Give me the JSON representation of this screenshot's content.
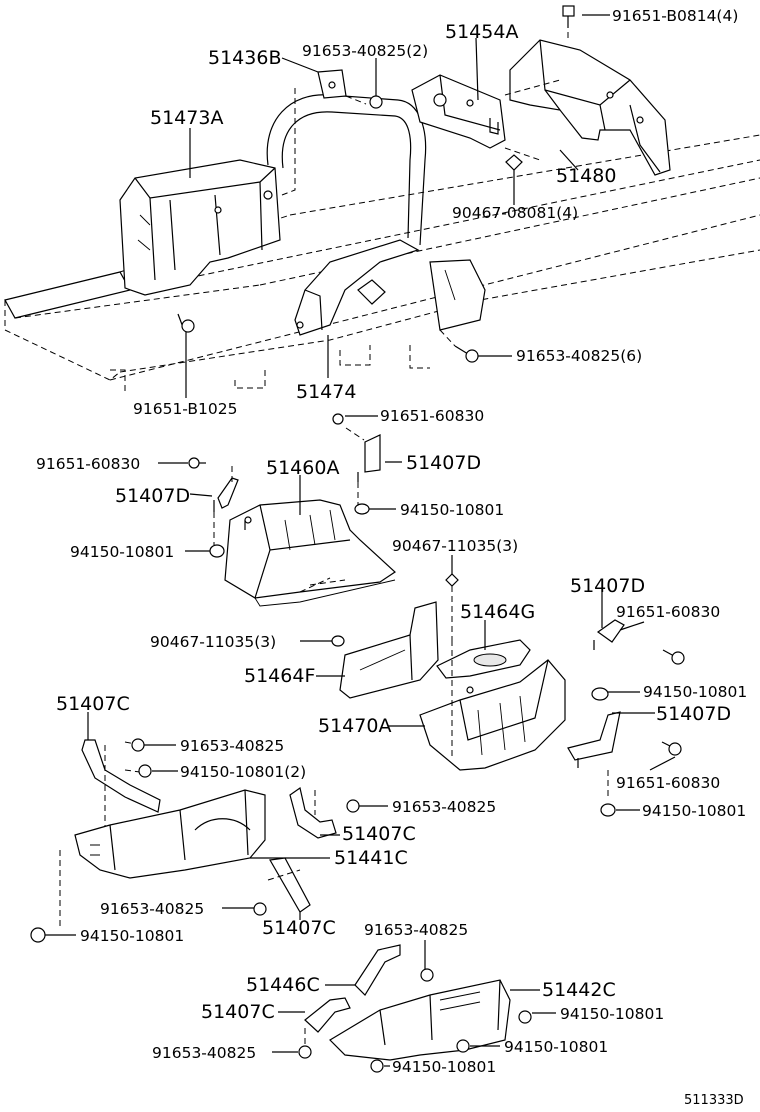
{
  "diagram_id": "511333D",
  "labels": {
    "p51454A": "51454A",
    "p91651B0814": "91651-B0814(4)",
    "p51436B": "51436B",
    "p9165340825_2": "91653-40825(2)",
    "p51473A": "51473A",
    "p51480": "51480",
    "p90467_08081": "90467-08081(4)",
    "p9165340825_6": "91653-40825(6)",
    "p51474": "51474",
    "p91651B1025": "91651-B1025",
    "p9165160830_a": "91651-60830",
    "p9165160830_b": "91651-60830",
    "p51460A": "51460A",
    "p51407D_a": "51407D",
    "p51407D_b": "51407D",
    "p9415010801_a": "94150-10801",
    "p9415010801_b": "94150-10801",
    "p9046711035_a": "90467-11035(3)",
    "p51464G": "51464G",
    "p51407D_c": "51407D",
    "p9165160830_c": "91651-60830",
    "p9046711035_b": "90467-11035(3)",
    "p51464F": "51464F",
    "p9415010801_c": "94150-10801",
    "p51470A": "51470A",
    "p51407D_d": "51407D",
    "p9165160830_d": "91651-60830",
    "p9415010801_d": "94150-10801",
    "p51407C_a": "51407C",
    "p9165340825_a": "91653-40825",
    "p9415010801_2": "94150-10801(2)",
    "p9165340825_b": "91653-40825",
    "p51407C_b": "51407C",
    "p51441C": "51441C",
    "p9165340825_c": "91653-40825",
    "p51407C_c": "51407C",
    "p9415010801_e": "94150-10801",
    "p9165340825_d": "91653-40825",
    "p51446C": "51446C",
    "p51442C": "51442C",
    "p51407C_d": "51407C",
    "p9415010801_f": "94150-10801",
    "p9165340825_e": "91653-40825",
    "p9415010801_g": "94150-10801",
    "p9415010801_h": "94150-10801"
  }
}
